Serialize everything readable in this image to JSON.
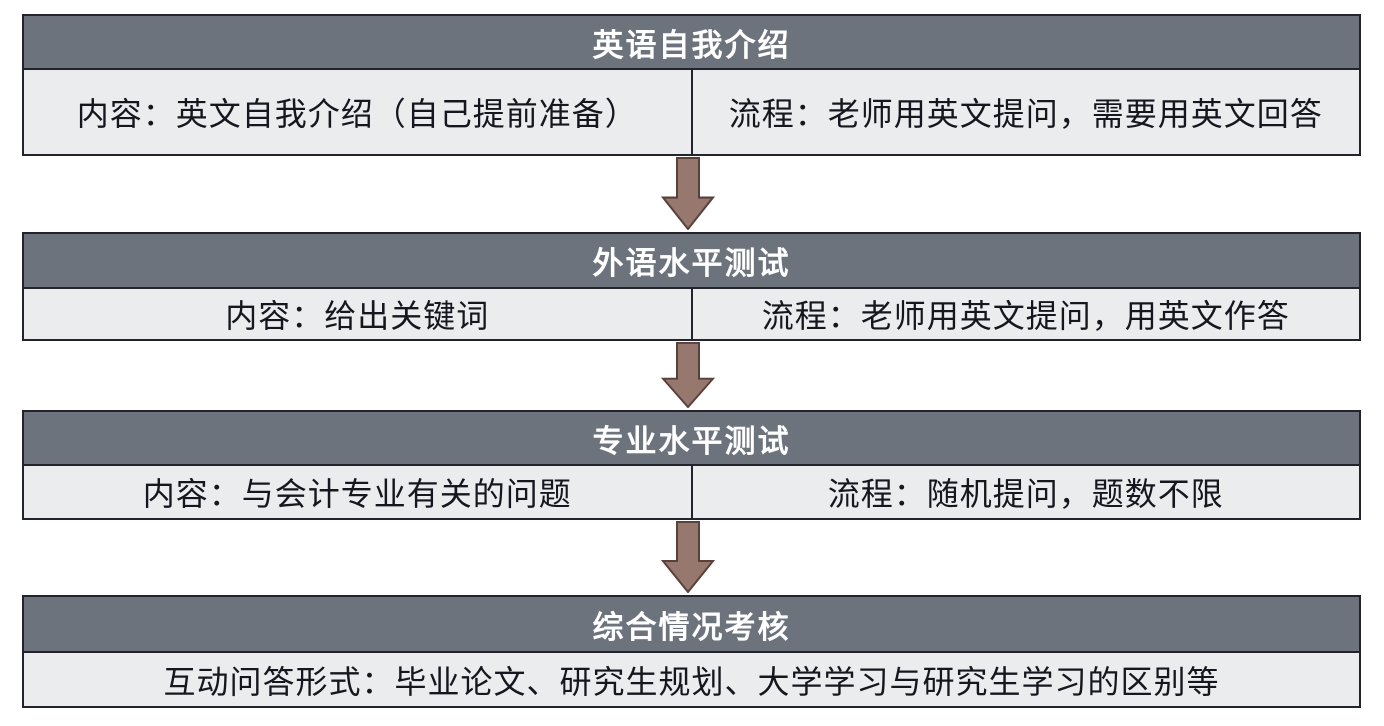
{
  "colors": {
    "page_bg": "#ffffff",
    "header_bg": "#6d737c",
    "header_text": "#ffffff",
    "body_bg": "#ebecee",
    "body_text": "#16161e",
    "border": "#23232d",
    "arrow_fill": "#96786f",
    "arrow_stroke": "#59413a"
  },
  "flow": {
    "stages": [
      {
        "title": "英语自我介绍",
        "content": "内容：英文自我介绍（自己提前准备）",
        "process": "流程：老师用英文提问，需要用英文回答"
      },
      {
        "title": "外语水平测试",
        "content": "内容：给出关键词",
        "process": "流程：老师用英文提问，用英文作答"
      },
      {
        "title": "专业水平测试",
        "content": "内容：与会计专业有关的问题",
        "process": "流程：随机提问，题数不限"
      },
      {
        "title": "综合情况考核",
        "content": "互动问答形式：毕业论文、研究生规划、大学学习与研究生学习的区别等"
      }
    ]
  }
}
